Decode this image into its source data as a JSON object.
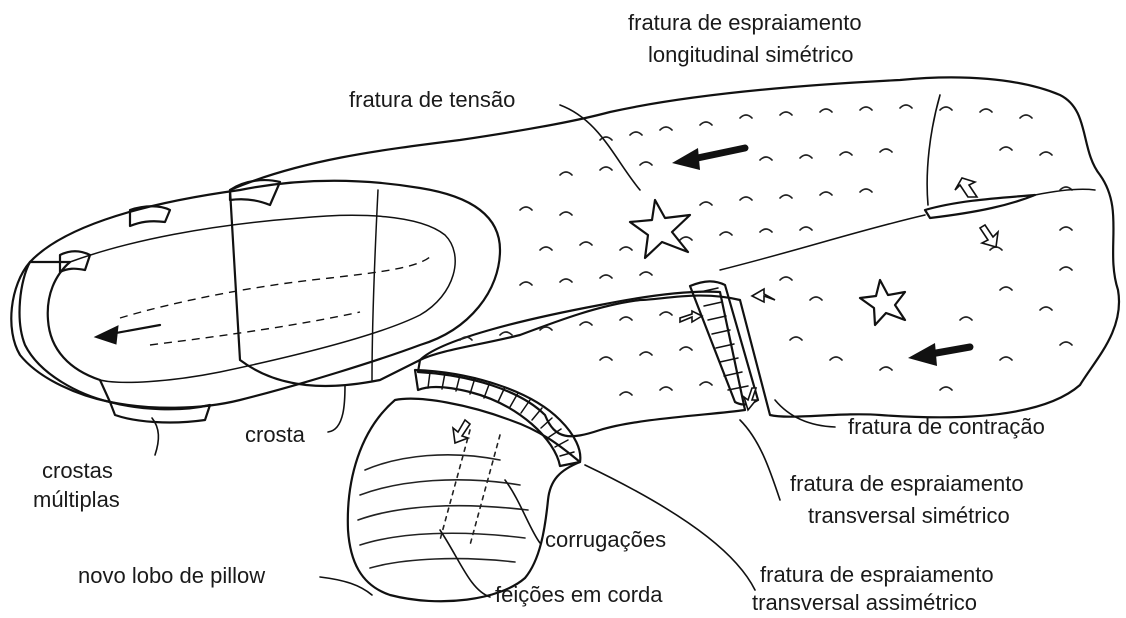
{
  "labels": {
    "spreading_longitudinal_symmetric": [
      "fratura de espraiamento",
      "longitudinal simétrico"
    ],
    "tension_fracture": "fratura de tensão",
    "crust": "crosta",
    "multiple_crusts": [
      "crostas",
      "múltiplas"
    ],
    "contraction_fracture": "fratura de contração",
    "spreading_transverse_symmetric": [
      "fratura de espraiamento",
      "transversal simétrico"
    ],
    "corrugations": "corrugações",
    "new_pillow_lobe": "novo lobo de pillow",
    "ropy_features": "feições em corda",
    "spreading_transverse_asymmetric": [
      "fratura de espraiamento",
      "transversal assimétrico"
    ]
  },
  "colors": {
    "stipple": "#9d9d9d",
    "stipple_light": "#b8b8b8",
    "ink": "#111111",
    "background": "#ffffff"
  },
  "arrows": {
    "flow_arrow": "solid-black-arrow",
    "spread_arrow": "hollow-white-arrow"
  }
}
